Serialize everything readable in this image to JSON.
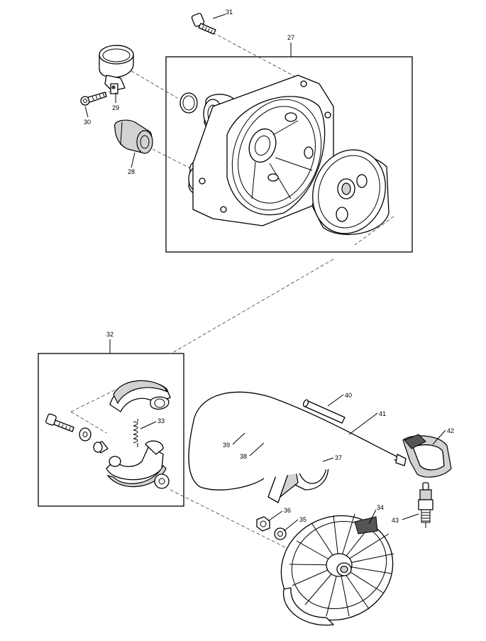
{
  "callouts": {
    "c27": "27",
    "c28": "28",
    "c29": "29",
    "c30": "30",
    "c31": "31",
    "c32": "32",
    "c33": "33",
    "c34": "34",
    "c35": "35",
    "c36": "36",
    "c37": "37",
    "c38": "38",
    "c39": "39",
    "c40": "40",
    "c41": "41",
    "c42": "42",
    "c43": "43"
  }
}
